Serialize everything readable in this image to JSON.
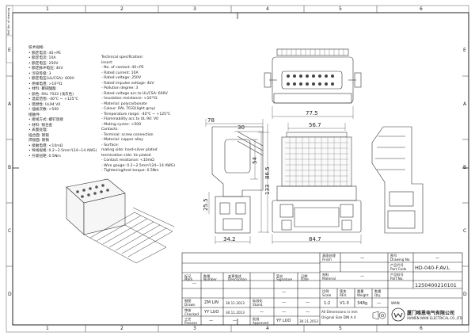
{
  "frame": {
    "top_numbers": [
      "1",
      "2",
      "3",
      "4",
      "5",
      "6"
    ],
    "bottom_numbers": [
      "1",
      "2",
      "3",
      "4",
      "5",
      "6"
    ],
    "left_letters": [
      "A",
      "B",
      "C",
      "D",
      "E"
    ],
    "right_letters": [
      "A",
      "B",
      "C",
      "D",
      "E"
    ],
    "side_strip": "Ref. No. of drawing"
  },
  "spec_cn": [
    "技术规格:",
    "• 额定电流: 40+PE",
    "• 额定电流: 10A",
    "• 额定电压: 250V",
    "• 额定脉冲电压: 4kV",
    "• 污染等级: 3",
    "• 额定电压(UL/CSA): 600V",
    "• 绝缘电阻: >10¹⁰Ω",
    "• 材料: 聚碳酸酯",
    "• 颜色: RAL 7032 (浅灰色)",
    "• 温度范围: -40℃ ~ +125℃",
    "• 阻燃性: UL94 V0",
    "• 插拔次数: >500",
    "接触件:",
    "• 接线方式: 螺钉连接",
    "• 材料: 铜合金",
    "• 表面处理:",
    "  插合面: 镀银",
    "  焊接面: 镀锡",
    "• 接触电阻: <10mΩ",
    "• 导线规格: 0.2~2.5mm²(24~14 AWG)",
    "• 拧紧扭矩: 0.5Nm"
  ],
  "spec_en": [
    "Technical specification:",
    "Insert:",
    "- No. of contact: 40+PE",
    "- Rated current: 10A",
    "- Rated voltage: 250V",
    "- Rated impulse voltage: 4kV",
    "- Pollution degree: 3",
    "- Rated voltage acc.to UL/CSA: 600V",
    "- Insulation resistance: >10¹⁰Ω",
    "- Material: polycarbonate",
    "- Colour: RAL 7032(light grey)",
    "- Temperature range: -40℃ ~ +125℃",
    "- Flammability acc.to UL 94: V0",
    "- Mating cycles: >500",
    "Contacts:",
    "- Terminal: screw connection",
    "- Material: copper alloy",
    "- Surface:",
    "  mating side: hard-silver plated",
    "  termination side: tin plated",
    "- Contact resistance: <10mΩ",
    "- Wire gauge: 0.2~2.5mm²(24~14 AWG)",
    "- Tightening/test torque: 0.5Nm"
  ],
  "dimensions": {
    "top_width": "77.5",
    "front_width": "56.7",
    "front_base": "84.7",
    "front_height": "133",
    "side_width": "78",
    "side_inner": "30",
    "side_h1": "54",
    "side_h2": "86.5",
    "side_h3": "25.5",
    "side_base": "34.2"
  },
  "title_block": {
    "finish_cn": "表面处理",
    "finish_en": "Finish",
    "finish_value": "—",
    "drawing_no_cn": "图号",
    "drawing_no_en": "Drawing No.",
    "drawing_no_value": "—",
    "part_code_cn": "产品代号",
    "part_code_en": "Part Code",
    "part_code_value": "HD-040-F.AV.L",
    "part_no_cn": "产品料号",
    "part_no_en": "Part No.",
    "part_no_value": "1250400210101",
    "material_cn": "材料",
    "material_en": "Material",
    "material_value": "—",
    "mark_cn": "标记",
    "mark_en": "Mark",
    "number_cn": "数量",
    "number_en": "Number",
    "description_cn": "变更描述",
    "description_en": "Description",
    "signature_cn": "签名",
    "signature_en": "Signature",
    "date_cn": "日期",
    "date_en": "Date",
    "scale_cn": "比例",
    "scale_en": "Scale",
    "scale_value": "1:2",
    "version_cn": "版本",
    "version_en": "REV.",
    "version_value": "V1.0",
    "weight_cn": "重量",
    "weight_en": "Weight",
    "weight_value": "348g",
    "qty_cn": "数量",
    "qty_en": "Qty.",
    "qty_value": "—",
    "drawn_cn": "制图",
    "drawn_en": "Drawn",
    "drawn_by": "ZM  LIN",
    "drawn_date": "30.11.2013",
    "checked_cn": "审核",
    "checked_en": "Checked",
    "checked_by": "YY  LUO",
    "checked_date": "30.11.2013",
    "process_cn": "工艺",
    "process_en": "Process",
    "process_by": "—",
    "stand_cn": "标准化",
    "stand_en": "Stand.",
    "stand_value": "—",
    "approved_cn": "批准",
    "approved_en": "Approved",
    "approved_by": "YY  LUO",
    "approved_date": "30.11.2013",
    "dim_note_1": "All Dimensions in mm",
    "dim_note_2": "Original Size DIN A 4",
    "company_cn": "厦门唯恩电气有限公司",
    "company_en": "XIAMEN WAIN ELECTRICAL CO.,LTD",
    "logo_text": "WAIN",
    "dash": "—"
  }
}
